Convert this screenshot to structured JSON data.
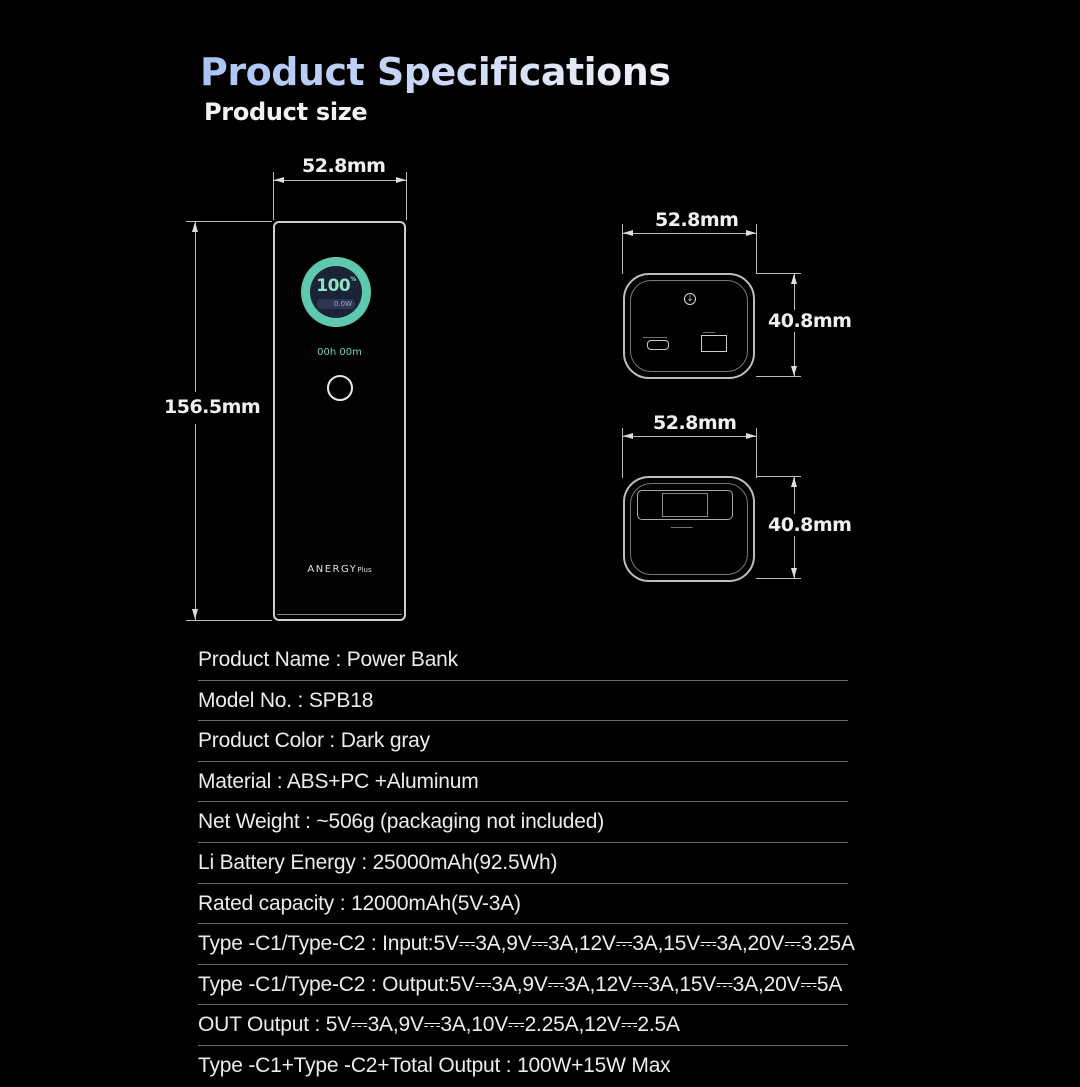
{
  "header": {
    "title": "Product Specifications",
    "subtitle": "Product size"
  },
  "colors": {
    "title_gradient_start": "#a9c4f5",
    "title_gradient_end": "#f2f2f7",
    "display_ring": "#5fc9ad",
    "background": "#000000"
  },
  "dimensions": {
    "front_width": "52.8mm",
    "front_height": "156.5mm",
    "top_view_width": "52.8mm",
    "top_view_depth": "40.8mm",
    "bottom_view_width": "52.8mm",
    "bottom_view_depth": "40.8mm"
  },
  "device": {
    "battery_percent": "100",
    "percent_sign": "%",
    "power_readout": "0.0W",
    "time_remaining": "00h 00m",
    "brand": "ANERGY",
    "brand_suffix": "Plus",
    "icons": [
      "power-button-icon",
      "download-arrow-icon",
      "usb-c-port-icon",
      "usb-a-port-icon"
    ]
  },
  "specs": [
    "Product Name :  Power Bank",
    "Model No.  : SPB18",
    "Product Color : Dark gray",
    "Material : ABS+PC +Aluminum",
    "Net Weight : ~506g (packaging not included)",
    "Li Battery Energy  : 25000mAh(92.5Wh)",
    "Rated capacity : 12000mAh(5V-3A)",
    "Type -C1/Type-C2 : Input:5V⎓3A,9V⎓3A,12V⎓3A,15V⎓3A,20V⎓3.25A",
    "Type -C1/Type-C2 : Output:5V⎓3A,9V⎓3A,12V⎓3A,15V⎓3A,20V⎓5A",
    "OUT Output :  5V⎓3A,9V⎓3A,10V⎓2.25A,12V⎓2.5A",
    "Type -C1+Type -C2+Total Output : 100W+15W Max"
  ]
}
